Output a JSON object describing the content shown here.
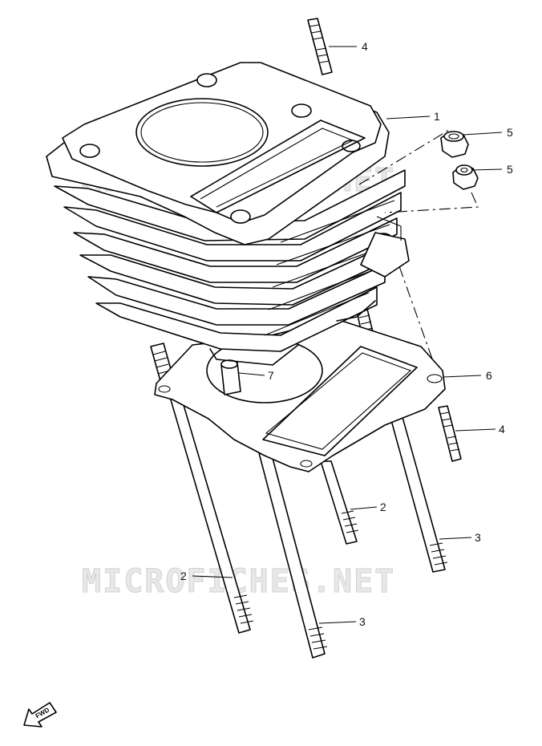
{
  "watermark": "MICROFICHES.NET",
  "fwd_label": "FWD",
  "callouts": [
    "1",
    "2",
    "3",
    "4",
    "5",
    "6",
    "7"
  ]
}
